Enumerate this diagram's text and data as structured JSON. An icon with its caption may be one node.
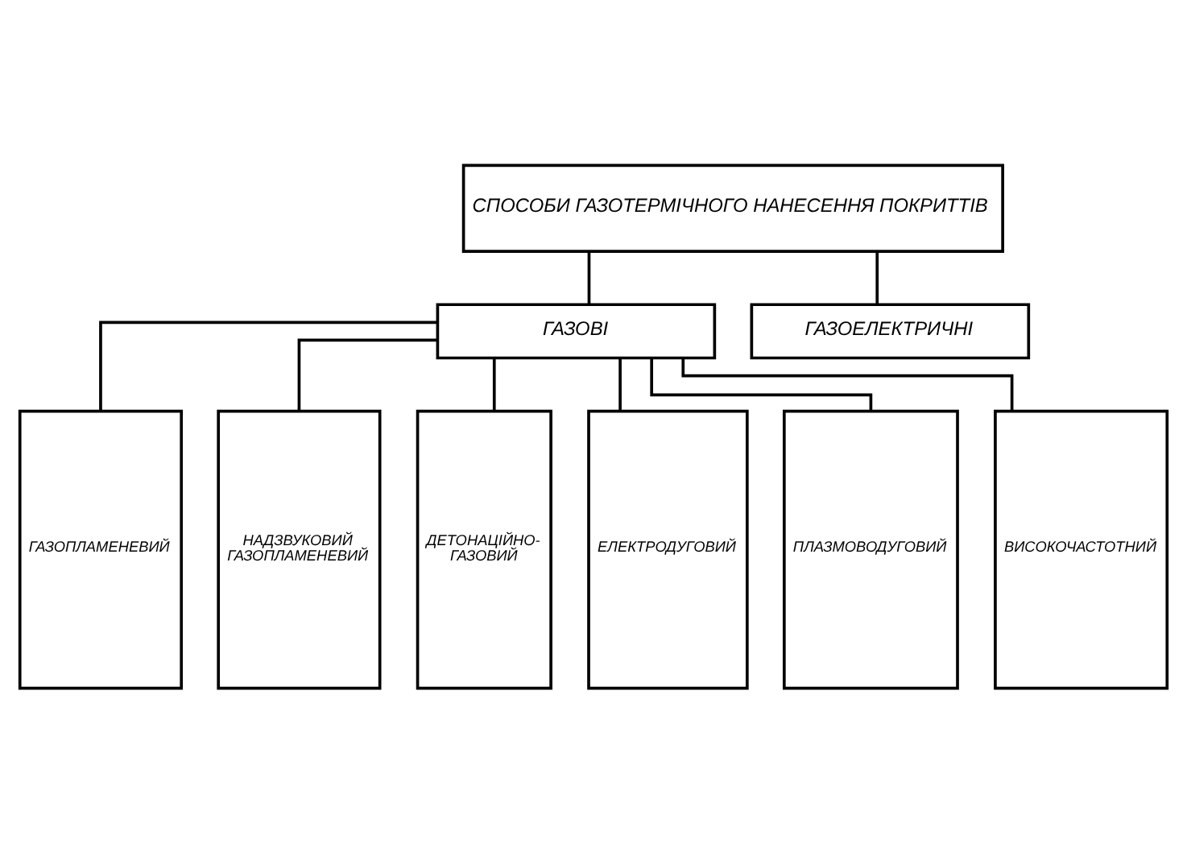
{
  "diagram": {
    "nodes": [
      {
        "text": [
          "СПОСОБИ ГАЗОТЕРМІЧНОГО НАНЕСЕННЯ ПОКРИТТІВ"
        ]
      },
      {
        "text": [
          "ГАЗОВІ"
        ]
      },
      {
        "text": [
          "ГАЗОЕЛЕКТРИЧНІ"
        ]
      },
      {
        "text": [
          "ГАЗОПЛАМЕНЕВИЙ"
        ]
      },
      {
        "text": [
          "НАДЗВУКОВИЙ ГАЗОПЛАМЕНЕВИЙ"
        ]
      },
      {
        "text": [
          "ДЕТОНАЦІЙНО- ГАЗОВИЙ"
        ]
      },
      {
        "text": [
          "ЕЛЕКТРОДУГОВИЙ"
        ]
      },
      {
        "text": [
          "ПЛАЗМОВОДУГОВИЙ"
        ]
      },
      {
        "text": [
          "ВИСОКОЧАСТОТНИЙ"
        ]
      }
    ],
    "edges": [
      {
        "from": 0,
        "to": 1,
        "arrow": "none"
      },
      {
        "from": 0,
        "to": 2,
        "arrow": "none"
      },
      {
        "from": 1,
        "to": 3,
        "arrow": "none"
      },
      {
        "from": 1,
        "to": 4,
        "arrow": "none"
      },
      {
        "from": 1,
        "to": 5,
        "arrow": "none"
      },
      {
        "from": 1,
        "to": 6,
        "arrow": "none"
      },
      {
        "from": 1,
        "to": 7,
        "arrow": "none"
      },
      {
        "from": 1,
        "to": 8,
        "arrow": "none"
      }
    ]
  }
}
